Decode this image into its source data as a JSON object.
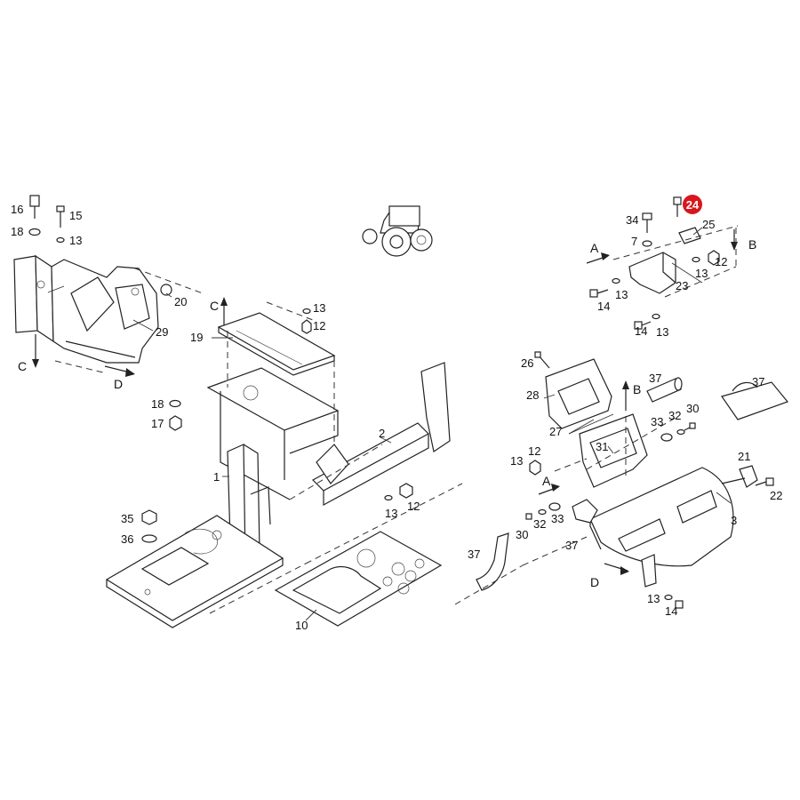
{
  "diagram": {
    "highlighted_callout": "24",
    "highlight_color": "#d9161c",
    "icon": "tractor-icon",
    "callouts": {
      "c1": "1",
      "c2": "2",
      "c3": "3",
      "c7": "7",
      "c10": "10",
      "c12a": "12",
      "c12b": "12",
      "c12c": "12",
      "c12d": "12",
      "c13a": "13",
      "c13b": "13",
      "c13c": "13",
      "c13d": "13",
      "c13e": "13",
      "c13f": "13",
      "c13g": "13",
      "c13h": "13",
      "c14a": "14",
      "c14b": "14",
      "c14c": "14",
      "c15": "15",
      "c16": "16",
      "c17": "17",
      "c18a": "18",
      "c18b": "18",
      "c19": "19",
      "c20": "20",
      "c21": "21",
      "c22": "22",
      "c23": "23",
      "c24": "24",
      "c25": "25",
      "c26": "26",
      "c27": "27",
      "c28": "28",
      "c29": "29",
      "c30a": "30",
      "c30b": "30",
      "c31": "31",
      "c32a": "32",
      "c32b": "32",
      "c33a": "33",
      "c33b": "33",
      "c34": "34",
      "c35": "35",
      "c36": "36",
      "c37a": "37",
      "c37b": "37",
      "c37c": "37",
      "c37d": "37"
    },
    "view_arrows": {
      "a1": "A",
      "a2": "A",
      "b1": "B",
      "b2": "B",
      "cc1": "C",
      "cc2": "C",
      "d1": "D",
      "d2": "D"
    }
  }
}
